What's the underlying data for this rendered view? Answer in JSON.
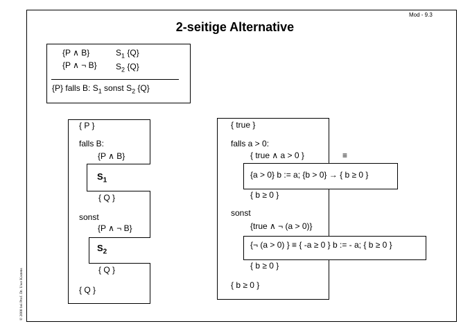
{
  "header": {
    "page_id": "Mod - 9.3",
    "title": "2-seitige Alternative",
    "copyright": "© 2000 bei Prof. Dr. Uwe Kastens"
  },
  "rule_box": {
    "premise1_cond": "{P ∧ B}",
    "premise1_stmt": "S",
    "premise1_sub": "1",
    "premise1_post": " {Q}",
    "premise2_cond": "{P ∧ ¬ B}",
    "premise2_stmt": "S",
    "premise2_sub": "2",
    "premise2_post": " {Q}",
    "conclusion_a": "{P} falls B: S",
    "conclusion_sub1": "1",
    "conclusion_b": " sonst S",
    "conclusion_sub2": "2",
    "conclusion_c": " {Q}"
  },
  "scheme": {
    "pre": "{ P }",
    "if_label": "falls B:",
    "cond_true": "{P ∧ B}",
    "stmt1": "S",
    "stmt1_sub": "1",
    "post1": "{ Q }",
    "else_label": "sonst",
    "cond_false": "{P ∧ ¬ B}",
    "stmt2": "S",
    "stmt2_sub": "2",
    "post2": "{ Q }",
    "post": "{ Q }"
  },
  "example": {
    "pre": "{ true }",
    "if_label": "falls a > 0:",
    "cond_true": "{ true ∧ a > 0 }",
    "equiv": "≡",
    "branch1": "{a > 0} b := a; {b > 0} → { b ≥ 0 }",
    "post1": "{ b ≥ 0 }",
    "else_label": "sonst",
    "cond_false": "{true ∧ ¬ (a > 0)}",
    "branch2": "{¬ (a > 0) } ≡ { -a ≥ 0 } b := - a; { b ≥ 0 }",
    "post2": "{ b ≥ 0 }",
    "post": "{ b ≥ 0 }"
  }
}
